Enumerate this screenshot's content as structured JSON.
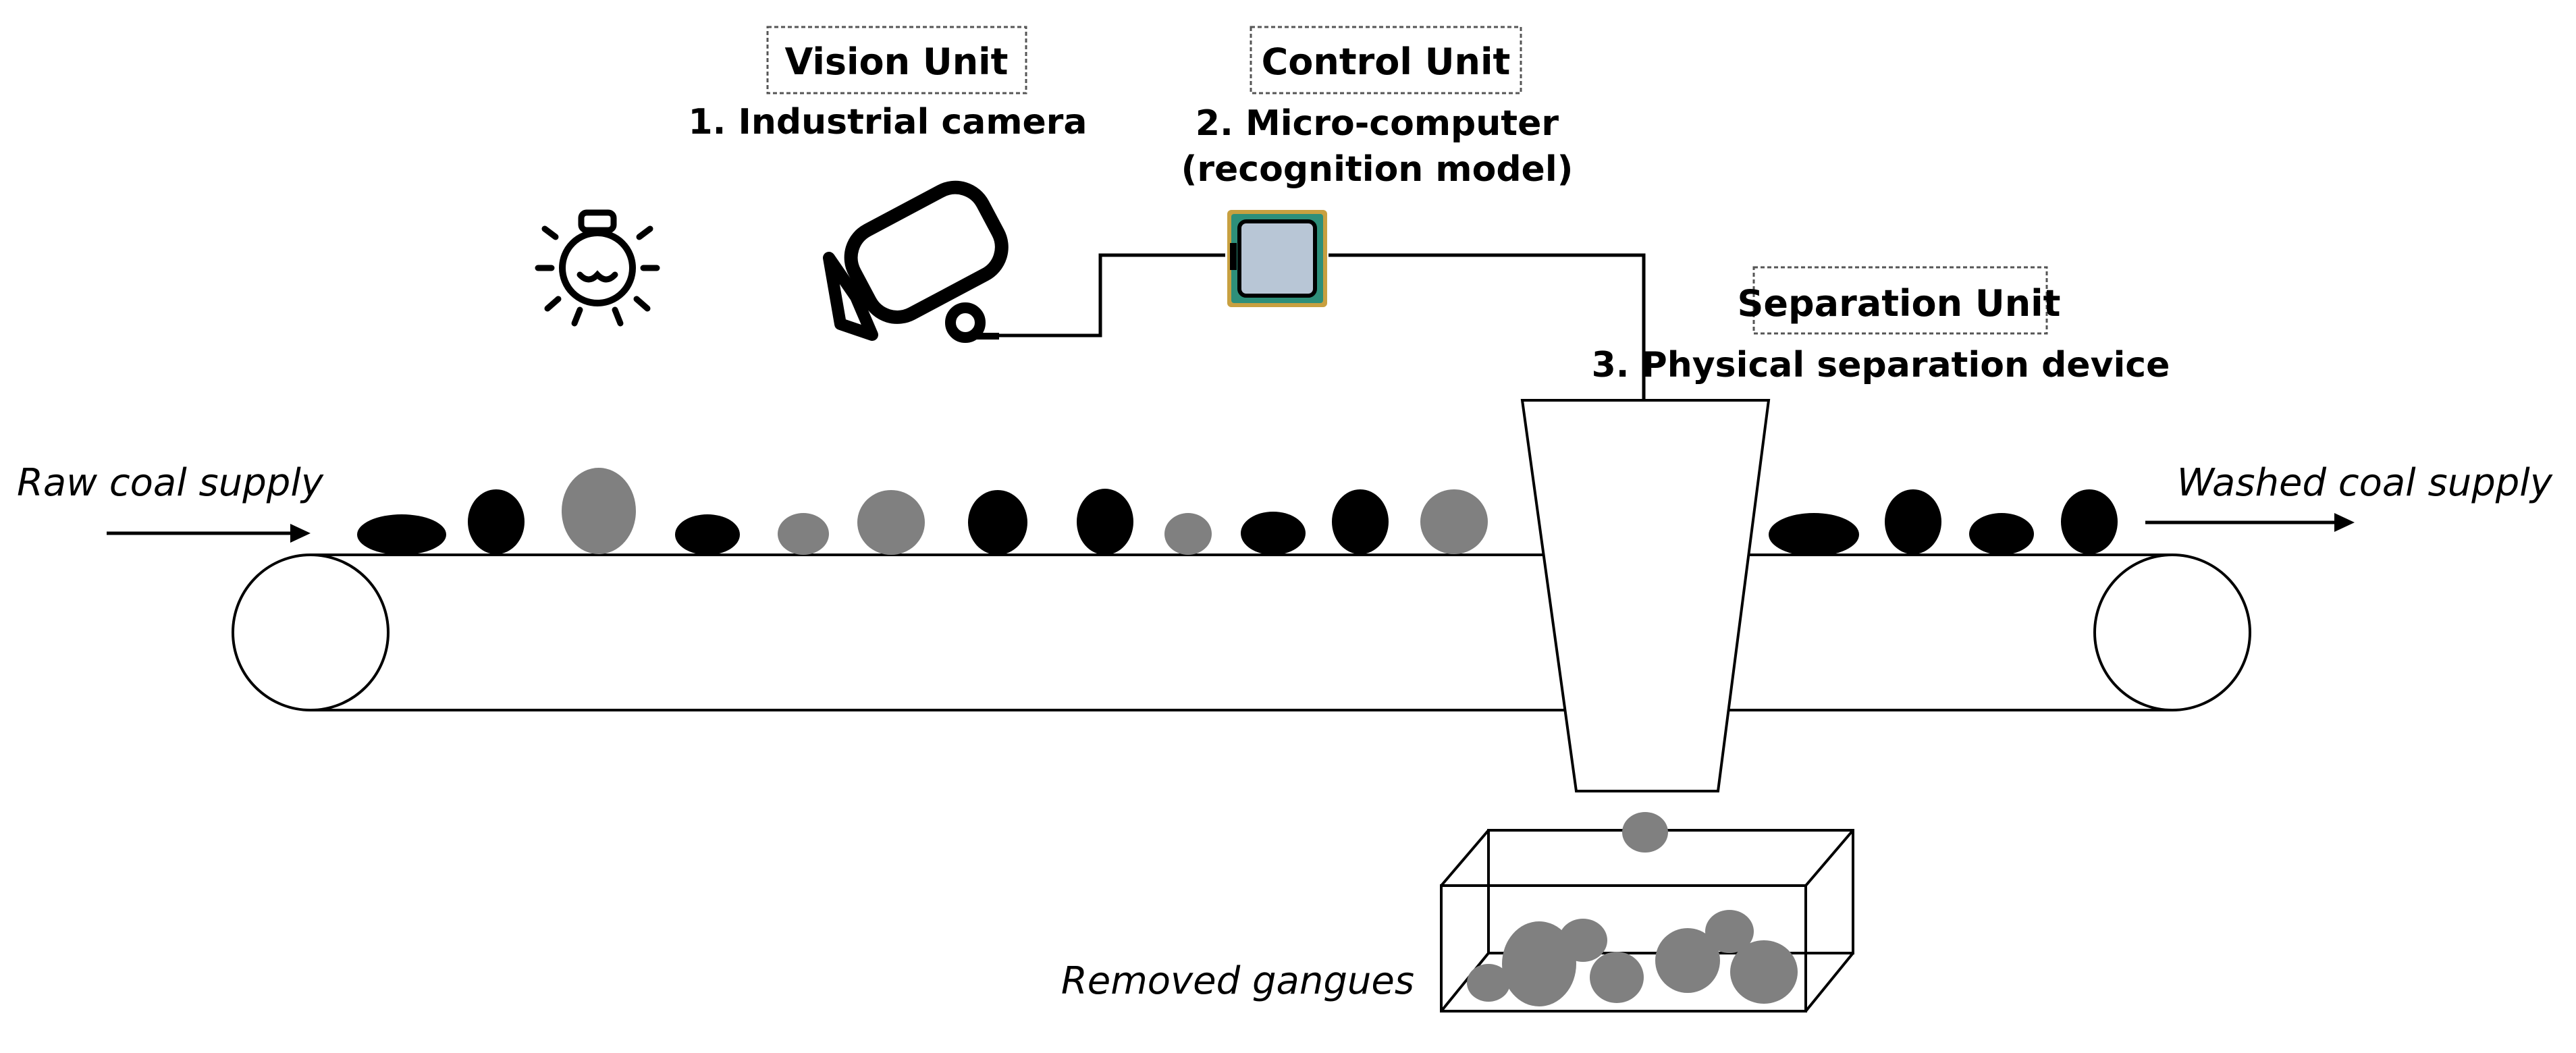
{
  "vision_unit": {
    "box_label": "Vision Unit",
    "item_label": "1. Industrial camera"
  },
  "control_unit": {
    "box_label": "Control Unit",
    "item_line1": "2. Micro-computer",
    "item_line2": "(recognition model)"
  },
  "separation_unit": {
    "box_label": "Separation Unit",
    "item_label": "3. Physical separation device"
  },
  "flow": {
    "input_label": "Raw coal supply",
    "output_label": "Washed coal supply"
  },
  "bin": {
    "label": "Removed gangues"
  },
  "icons": {
    "light": "light-bulb-icon",
    "camera": "industrial-camera-icon",
    "chip": "microchip-icon"
  },
  "colors": {
    "coal": "#000000",
    "gangue": "#808080",
    "line": "#000000",
    "box_border": "#555555",
    "chip_body": "#b8c6d6",
    "chip_frame": "#2e8f7a",
    "chip_pins": "#c8a040"
  }
}
